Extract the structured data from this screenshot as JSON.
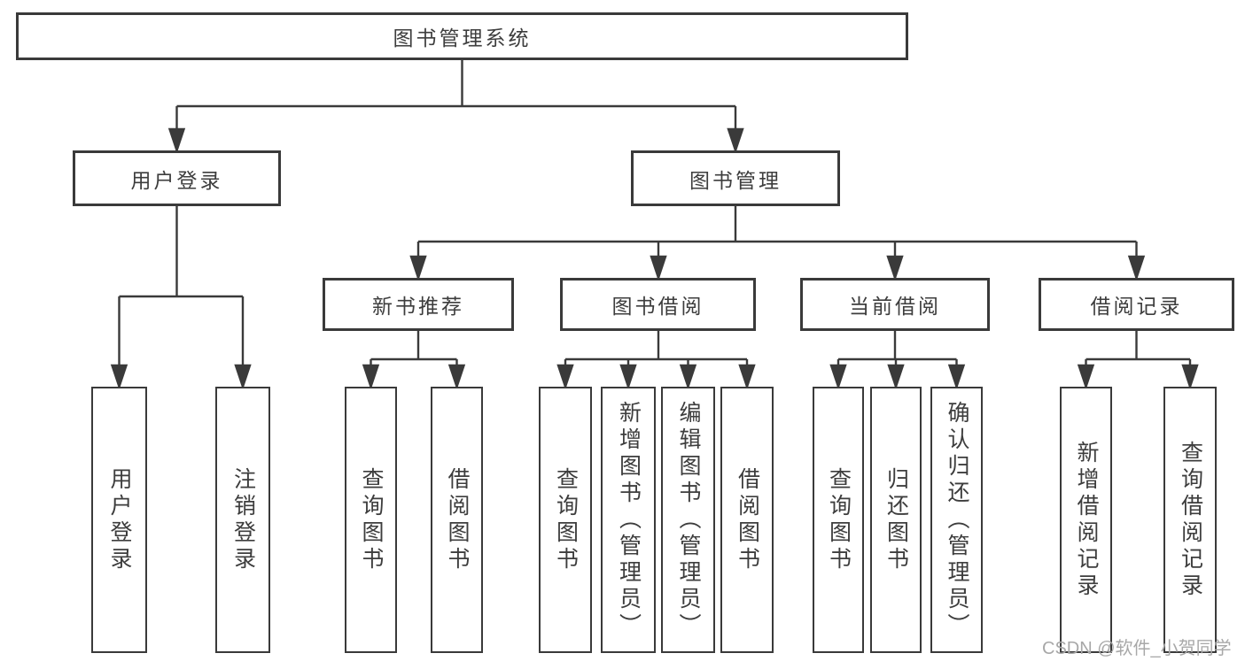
{
  "diagram": {
    "root": {
      "label": "图书管理系统"
    },
    "branches": [
      {
        "label": "用户登录",
        "children": [
          {
            "label": "用户登录"
          },
          {
            "label": "注销登录"
          }
        ]
      },
      {
        "label": "图书管理",
        "children": [
          {
            "label": "新书推荐",
            "children": [
              {
                "label": "查询图书"
              },
              {
                "label": "借阅图书"
              }
            ]
          },
          {
            "label": "图书借阅",
            "children": [
              {
                "label": "查询图书"
              },
              {
                "label": "新增图书（管理员）"
              },
              {
                "label": "编辑图书（管理员）"
              },
              {
                "label": "借阅图书"
              }
            ]
          },
          {
            "label": "当前借阅",
            "children": [
              {
                "label": "查询图书"
              },
              {
                "label": "归还图书"
              },
              {
                "label": "确认归还（管理员）"
              }
            ]
          },
          {
            "label": "借阅记录",
            "children": [
              {
                "label": "新增借阅记录"
              },
              {
                "label": "查询借阅记录"
              }
            ]
          }
        ]
      }
    ],
    "colors": {
      "line": "#3a3a3a",
      "box_border": "#3a3a3a",
      "text": "#3d3d3d",
      "background": "#ffffff",
      "watermark": "#a8a8a8"
    }
  },
  "watermark": {
    "text": "CSDN @软件_小贺同学"
  }
}
